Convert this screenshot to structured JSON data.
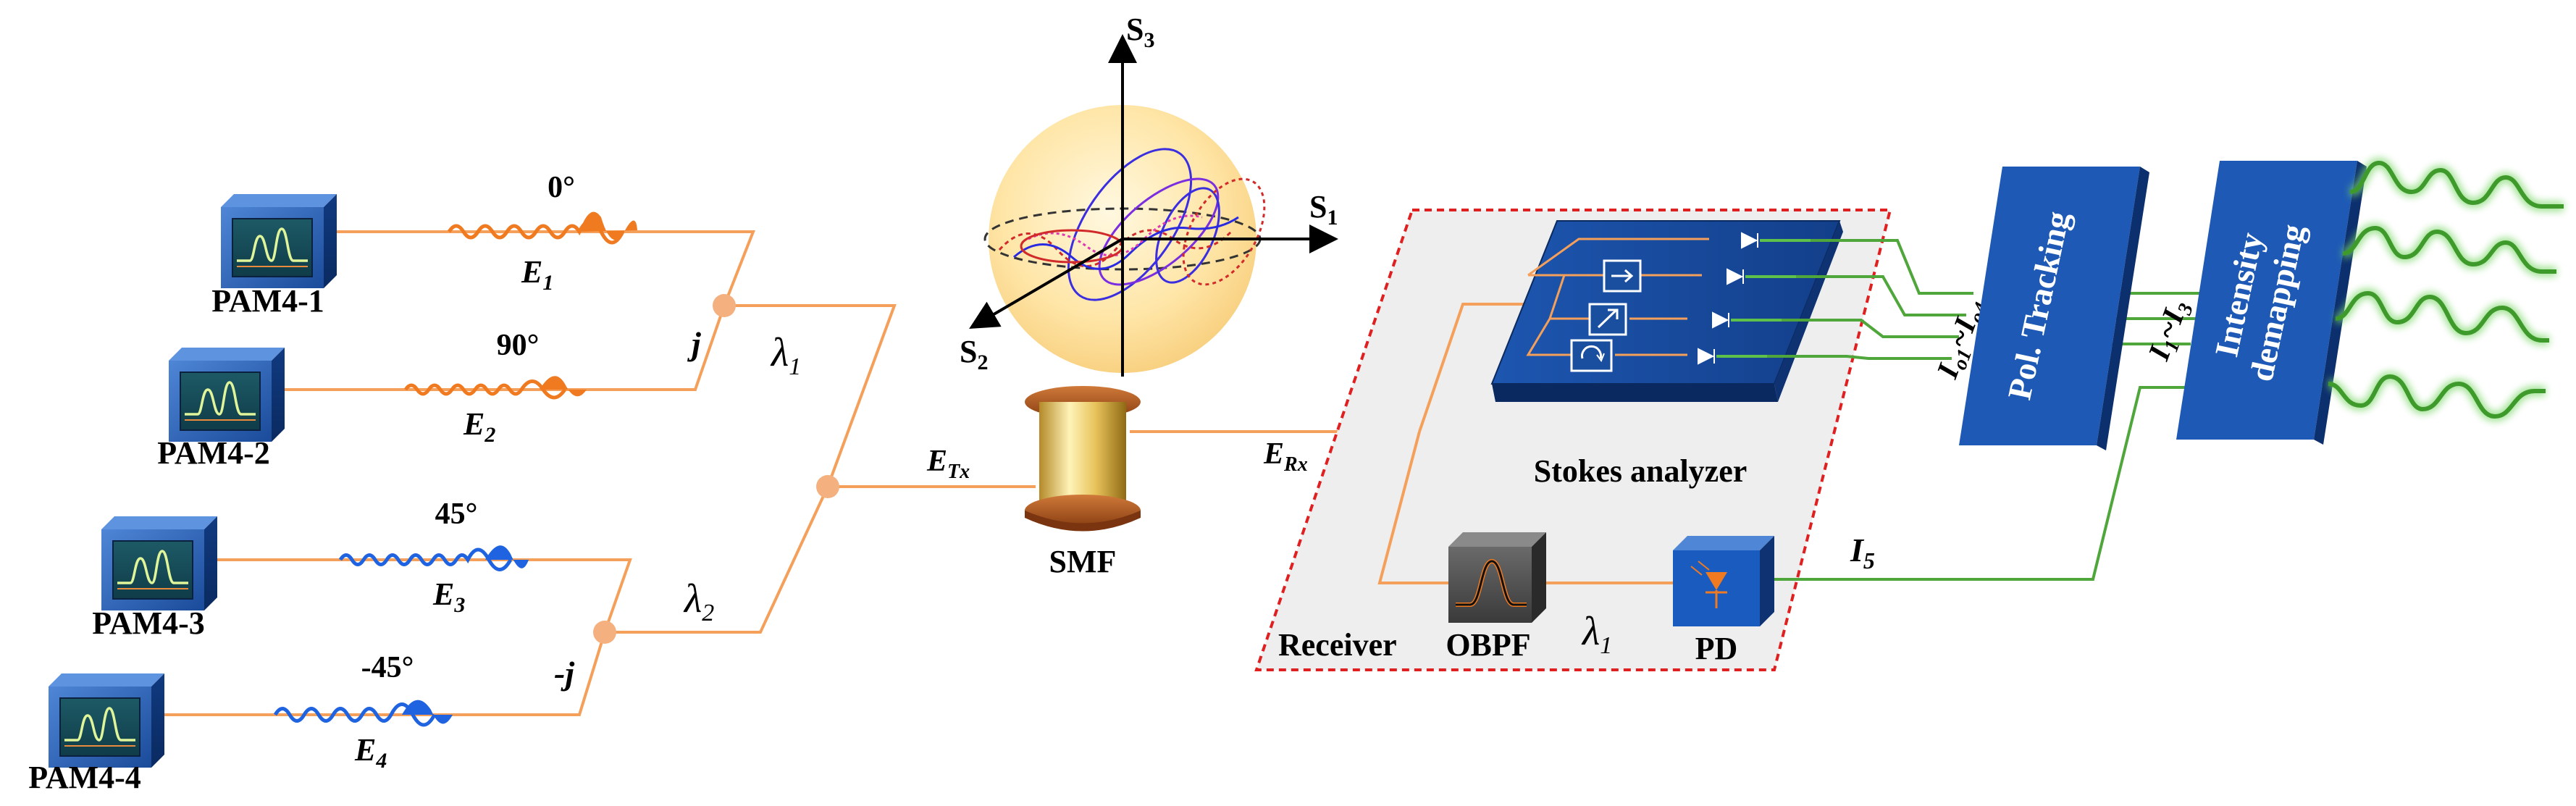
{
  "transmitters": [
    {
      "name": "PAM4-1",
      "angle": "0°",
      "field": "E",
      "sub": "1"
    },
    {
      "name": "PAM4-2",
      "angle": "90°",
      "field": "E",
      "sub": "2"
    },
    {
      "name": "PAM4-3",
      "angle": "45°",
      "field": "E",
      "sub": "3"
    },
    {
      "name": "PAM4-4",
      "angle": "-45°",
      "field": "E",
      "sub": "4"
    }
  ],
  "couplers": {
    "upper_phase": "j",
    "lower_phase": "-j",
    "lambda1_sym": "λ",
    "lambda1_sub": "1",
    "lambda2_sym": "λ",
    "lambda2_sub": "2"
  },
  "link": {
    "tx_field": "E",
    "tx_sub": "Tx",
    "rx_field": "E",
    "rx_sub": "Rx",
    "fiber": "SMF"
  },
  "sphere": {
    "s1": "S",
    "s1_sub": "1",
    "s2": "S",
    "s2_sub": "2",
    "s3": "S",
    "s3_sub": "3"
  },
  "receiver": {
    "label": "Receiver",
    "stokes": "Stokes analyzer",
    "obpf": "OBPF",
    "pd": "PD",
    "lambda_sym": "λ",
    "lambda_sub": "1"
  },
  "outputs": {
    "i_o": "I",
    "i_o_sub_start": "o1",
    "i_o_tilde": "~",
    "i_o_sub_end": "o4",
    "i_mid": "I",
    "i_mid_sub_start": "1",
    "i_mid_tilde": "~",
    "i_mid_sub_end": "3",
    "i5": "I",
    "i5_sub": "5"
  },
  "blocks": {
    "pol_tracking": "Pol. Tracking",
    "demap_line1": "Intensity",
    "demap_line2": "demapping"
  },
  "colors": {
    "orange": "#f5a05a",
    "blue": "#1a4fa0",
    "green": "#4fa63a",
    "red_dashed": "#e02020",
    "sphere_fill": "#ffe09a"
  }
}
